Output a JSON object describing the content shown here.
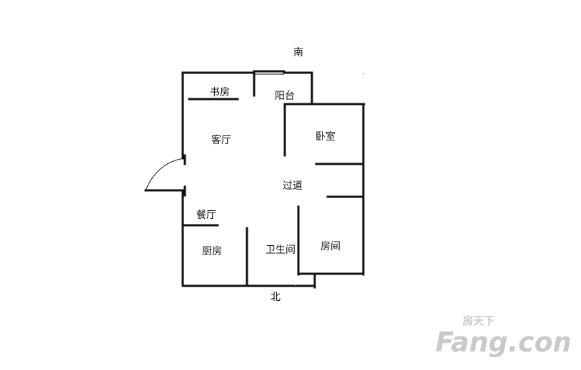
{
  "compass": {
    "south": "南",
    "north": "北"
  },
  "rooms": {
    "study": "书房",
    "balcony": "阳台",
    "living_room": "客厅",
    "bedroom": "卧室",
    "corridor": "过道",
    "dining_room": "餐厅",
    "kitchen": "厨房",
    "bathroom": "卫生间",
    "room": "房间"
  },
  "watermark": {
    "brand_cn": "房天下",
    "brand_en": "Fang.com"
  },
  "colors": {
    "line": "#111111",
    "watermark": "#c9c9c9",
    "background": "#ffffff"
  }
}
